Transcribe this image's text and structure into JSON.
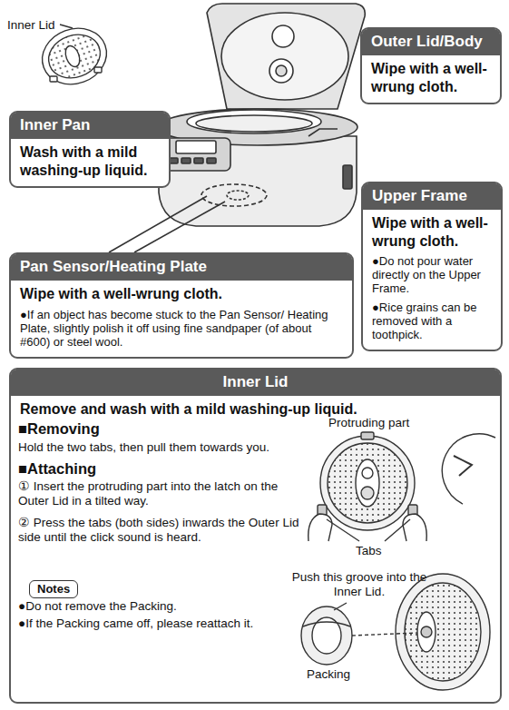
{
  "diagram": {
    "nodes": [
      {
        "text": [
          "Outer Lid/Body",
          "Wipe with a well-wrung cloth."
        ]
      },
      {
        "text": [
          "Inner Pan",
          "Wash with a mild washing-up liquid."
        ]
      },
      {
        "text": [
          "Upper Frame",
          "Wipe with a well-wrung cloth.",
          "●Do not pour water directly on the Upper Frame.",
          "●Rice grains can be removed with a toothpick."
        ]
      },
      {
        "text": [
          "Pan Sensor/Heating Plate",
          "Wipe with a well-wrung cloth.",
          "●If an object has become stuck to the Pan Sensor/ Heating Plate, slightly polish it off using fine sandpaper (of about #600) or steel wool."
        ]
      },
      {
        "text": [
          "Inner Lid",
          "Remove and wash with a mild washing-up liquid."
        ]
      },
      {
        "text": [
          "Notes"
        ],
        "in": 4
      }
    ],
    "labels": [
      "Inner Lid",
      "■Removing",
      "Hold the two tabs, then pull them towards you.",
      "■Attaching",
      "① Insert the protruding part into the latch on the Outer Lid in a tilted way.",
      "② Press the tabs (both sides) inwards the Outer Lid side until the click sound is heard.",
      "●Do not remove the Packing.",
      "●If the Packing came off, please reattach it.",
      "Protruding part",
      "Tabs",
      "Push this groove into the Inner Lid.",
      "Packing"
    ]
  }
}
